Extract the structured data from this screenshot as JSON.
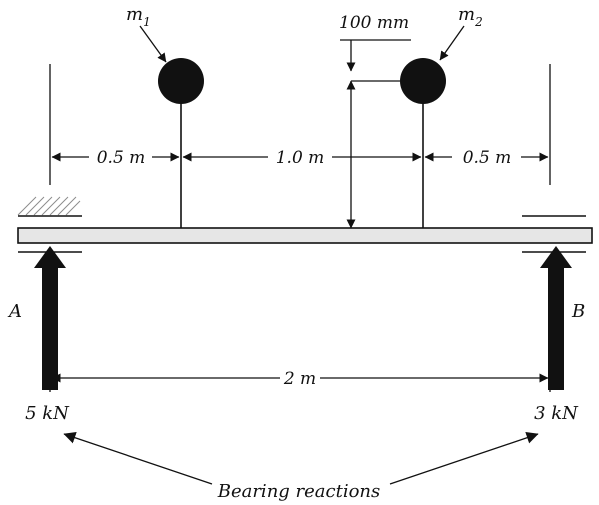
{
  "diagram": {
    "masses": {
      "m1": {
        "name": "m",
        "sub": "1"
      },
      "m2": {
        "name": "m",
        "sub": "2"
      }
    },
    "dimensions": {
      "left_gap": "0.5 m",
      "middle_gap": "1.0 m",
      "right_gap": "0.5 m",
      "span": "2 m",
      "offset": "100 mm"
    },
    "supports": {
      "left_label": "A",
      "right_label": "B",
      "left_reaction": "5 kN",
      "right_reaction": "3 kN"
    },
    "caption": "Bearing reactions",
    "colors": {
      "ink": "#111111",
      "beam_fill": "#e6e6e6",
      "hatch": "#8c8c8c"
    }
  }
}
